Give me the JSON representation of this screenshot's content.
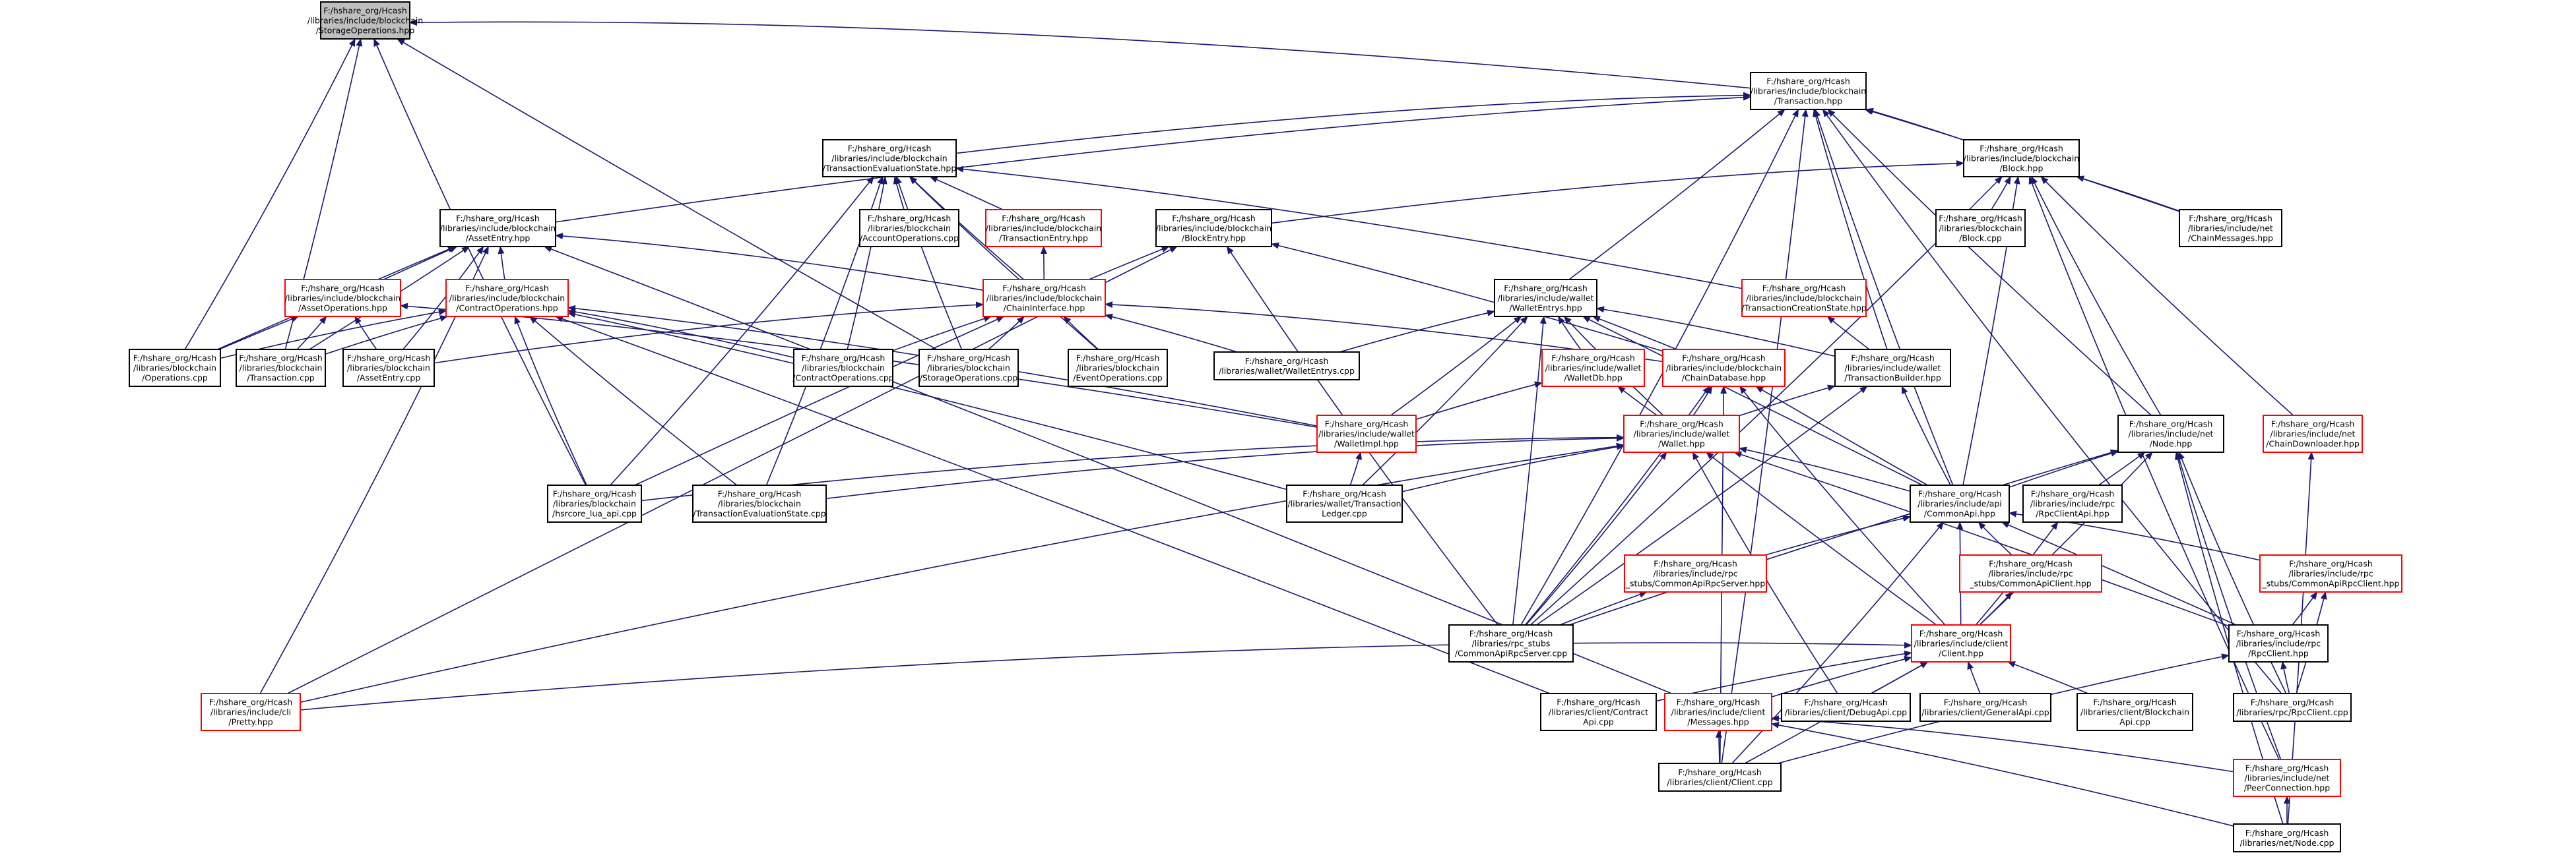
{
  "colors": {
    "edge": "#191970",
    "border_documented": "#000000",
    "border_undocumented": "#ff0000",
    "root_fill": "#bfbfbf"
  },
  "nodes": [
    {
      "id": "storage_ops_hpp",
      "lines": [
        "F:/hshare_org/Hcash",
        "/libraries/include/blockchain",
        "/StorageOperations.hpp"
      ],
      "border": "black",
      "root": true
    },
    {
      "id": "transaction_hpp",
      "lines": [
        "F:/hshare_org/Hcash",
        "/libraries/include/blockchain",
        "/Transaction.hpp"
      ],
      "border": "black"
    },
    {
      "id": "tx_eval_state_hpp",
      "lines": [
        "F:/hshare_org/Hcash",
        "/libraries/include/blockchain",
        "/TransactionEvaluationState.hpp"
      ],
      "border": "black"
    },
    {
      "id": "block_hpp",
      "lines": [
        "F:/hshare_org/Hcash",
        "/libraries/include/blockchain",
        "/Block.hpp"
      ],
      "border": "black"
    },
    {
      "id": "asset_entry_hpp",
      "lines": [
        "F:/hshare_org/Hcash",
        "/libraries/include/blockchain",
        "/AssetEntry.hpp"
      ],
      "border": "black"
    },
    {
      "id": "account_ops_cpp",
      "lines": [
        "F:/hshare_org/Hcash",
        "/libraries/blockchain",
        "/AccountOperations.cpp"
      ],
      "border": "black"
    },
    {
      "id": "transaction_entry_hpp",
      "lines": [
        "F:/hshare_org/Hcash",
        "/libraries/include/blockchain",
        "/TransactionEntry.hpp"
      ],
      "border": "red"
    },
    {
      "id": "block_entry_hpp",
      "lines": [
        "F:/hshare_org/Hcash",
        "/libraries/include/blockchain",
        "/BlockEntry.hpp"
      ],
      "border": "black"
    },
    {
      "id": "block_cpp",
      "lines": [
        "F:/hshare_org/Hcash",
        "/libraries/blockchain",
        "/Block.cpp"
      ],
      "border": "black"
    },
    {
      "id": "chain_messages_hpp",
      "lines": [
        "F:/hshare_org/Hcash",
        "/libraries/include/net",
        "/ChainMessages.hpp"
      ],
      "border": "black"
    },
    {
      "id": "asset_ops_hpp",
      "lines": [
        "F:/hshare_org/Hcash",
        "/libraries/include/blockchain",
        "/AssetOperations.hpp"
      ],
      "border": "red"
    },
    {
      "id": "contract_ops_hpp",
      "lines": [
        "F:/hshare_org/Hcash",
        "/libraries/include/blockchain",
        "/ContractOperations.hpp"
      ],
      "border": "red"
    },
    {
      "id": "chain_interface_hpp",
      "lines": [
        "F:/hshare_org/Hcash",
        "/libraries/include/blockchain",
        "/ChainInterface.hpp"
      ],
      "border": "red"
    },
    {
      "id": "wallet_entrys_hpp",
      "lines": [
        "F:/hshare_org/Hcash",
        "/libraries/include/wallet",
        "/WalletEntrys.hpp"
      ],
      "border": "black"
    },
    {
      "id": "tx_creation_state_hpp",
      "lines": [
        "F:/hshare_org/Hcash",
        "/libraries/include/blockchain",
        "/TransactionCreationState.hpp"
      ],
      "border": "red"
    },
    {
      "id": "operations_cpp",
      "lines": [
        "F:/hshare_org/Hcash",
        "/libraries/blockchain",
        "/Operations.cpp"
      ],
      "border": "black"
    },
    {
      "id": "transaction_cpp",
      "lines": [
        "F:/hshare_org/Hcash",
        "/libraries/blockchain",
        "/Transaction.cpp"
      ],
      "border": "black"
    },
    {
      "id": "asset_entry_cpp",
      "lines": [
        "F:/hshare_org/Hcash",
        "/libraries/blockchain",
        "/AssetEntry.cpp"
      ],
      "border": "black"
    },
    {
      "id": "contract_ops_cpp",
      "lines": [
        "F:/hshare_org/Hcash",
        "/libraries/blockchain",
        "/ContractOperations.cpp"
      ],
      "border": "black"
    },
    {
      "id": "storage_ops_cpp",
      "lines": [
        "F:/hshare_org/Hcash",
        "/libraries/blockchain",
        "/StorageOperations.cpp"
      ],
      "border": "black"
    },
    {
      "id": "event_ops_cpp",
      "lines": [
        "F:/hshare_org/Hcash",
        "/libraries/blockchain",
        "/EventOperations.cpp"
      ],
      "border": "black"
    },
    {
      "id": "wallet_entrys_cpp",
      "lines": [
        "F:/hshare_org/Hcash",
        "/libraries/wallet/WalletEntrys.cpp"
      ],
      "border": "black"
    },
    {
      "id": "wallet_db_hpp",
      "lines": [
        "F:/hshare_org/Hcash",
        "/libraries/include/wallet",
        "/WalletDb.hpp"
      ],
      "border": "red"
    },
    {
      "id": "chain_database_hpp",
      "lines": [
        "F:/hshare_org/Hcash",
        "/libraries/include/blockchain",
        "/ChainDatabase.hpp"
      ],
      "border": "red"
    },
    {
      "id": "tx_builder_hpp",
      "lines": [
        "F:/hshare_org/Hcash",
        "/libraries/include/wallet",
        "/TransactionBuilder.hpp"
      ],
      "border": "black"
    },
    {
      "id": "wallet_impl_hpp",
      "lines": [
        "F:/hshare_org/Hcash",
        "/libraries/include/wallet",
        "/WalletImpl.hpp"
      ],
      "border": "red"
    },
    {
      "id": "wallet_hpp",
      "lines": [
        "F:/hshare_org/Hcash",
        "/libraries/include/wallet",
        "/Wallet.hpp"
      ],
      "border": "red"
    },
    {
      "id": "node_hpp",
      "lines": [
        "F:/hshare_org/Hcash",
        "/libraries/include/net",
        "/Node.hpp"
      ],
      "border": "black"
    },
    {
      "id": "chain_downloader_hpp",
      "lines": [
        "F:/hshare_org/Hcash",
        "/libraries/include/net",
        "/ChainDownloader.hpp"
      ],
      "border": "red"
    },
    {
      "id": "lua_api_cpp",
      "lines": [
        "F:/hshare_org/Hcash",
        "/libraries/blockchain",
        "/hsrcore_lua_api.cpp"
      ],
      "border": "black"
    },
    {
      "id": "tx_eval_state_cpp",
      "lines": [
        "F:/hshare_org/Hcash",
        "/libraries/blockchain",
        "/TransactionEvaluationState.cpp"
      ],
      "border": "black"
    },
    {
      "id": "tx_ledger_cpp",
      "lines": [
        "F:/hshare_org/Hcash",
        "/libraries/wallet/Transaction",
        "Ledger.cpp"
      ],
      "border": "black"
    },
    {
      "id": "common_api_hpp",
      "lines": [
        "F:/hshare_org/Hcash",
        "/libraries/include/api",
        "/CommonApi.hpp"
      ],
      "border": "black"
    },
    {
      "id": "rpc_client_api_hpp",
      "lines": [
        "F:/hshare_org/Hcash",
        "/libraries/include/rpc",
        "/RpcClientApi.hpp"
      ],
      "border": "black"
    },
    {
      "id": "common_api_rpc_server_hpp",
      "lines": [
        "F:/hshare_org/Hcash",
        "/libraries/include/rpc",
        "_stubs/CommonApiRpcServer.hpp"
      ],
      "border": "red"
    },
    {
      "id": "common_api_client_hpp",
      "lines": [
        "F:/hshare_org/Hcash",
        "/libraries/include/rpc",
        "_stubs/CommonApiClient.hpp"
      ],
      "border": "red"
    },
    {
      "id": "common_api_rpc_client_hpp",
      "lines": [
        "F:/hshare_org/Hcash",
        "/libraries/include/rpc",
        "_stubs/CommonApiRpcClient.hpp"
      ],
      "border": "red"
    },
    {
      "id": "common_api_rpc_server_cpp",
      "lines": [
        "F:/hshare_org/Hcash",
        "/libraries/rpc_stubs",
        "/CommonApiRpcServer.cpp"
      ],
      "border": "black"
    },
    {
      "id": "client_hpp",
      "lines": [
        "F:/hshare_org/Hcash",
        "/libraries/include/client",
        "/Client.hpp"
      ],
      "border": "red"
    },
    {
      "id": "rpc_client_hpp",
      "lines": [
        "F:/hshare_org/Hcash",
        "/libraries/include/rpc",
        "/RpcClient.hpp"
      ],
      "border": "black"
    },
    {
      "id": "pretty_hpp",
      "lines": [
        "F:/hshare_org/Hcash",
        "/libraries/include/cli",
        "/Pretty.hpp"
      ],
      "border": "red"
    },
    {
      "id": "contract_api_cpp",
      "lines": [
        "F:/hshare_org/Hcash",
        "/libraries/client/Contract",
        "Api.cpp"
      ],
      "border": "black"
    },
    {
      "id": "messages_hpp",
      "lines": [
        "F:/hshare_org/Hcash",
        "/libraries/include/client",
        "/Messages.hpp"
      ],
      "border": "red"
    },
    {
      "id": "debug_api_cpp",
      "lines": [
        "F:/hshare_org/Hcash",
        "/libraries/client/DebugApi.cpp"
      ],
      "border": "black"
    },
    {
      "id": "general_api_cpp",
      "lines": [
        "F:/hshare_org/Hcash",
        "/libraries/client/GeneralApi.cpp"
      ],
      "border": "black"
    },
    {
      "id": "blockchain_api_cpp",
      "lines": [
        "F:/hshare_org/Hcash",
        "/libraries/client/Blockchain",
        "Api.cpp"
      ],
      "border": "black"
    },
    {
      "id": "rpc_client_cpp",
      "lines": [
        "F:/hshare_org/Hcash",
        "/libraries/rpc/RpcClient.cpp"
      ],
      "border": "black"
    },
    {
      "id": "client_cpp",
      "lines": [
        "F:/hshare_org/Hcash",
        "/libraries/client/Client.cpp"
      ],
      "border": "black"
    },
    {
      "id": "peer_connection_hpp",
      "lines": [
        "F:/hshare_org/Hcash",
        "/libraries/include/net",
        "/PeerConnection.hpp"
      ],
      "border": "red"
    },
    {
      "id": "node_cpp",
      "lines": [
        "F:/hshare_org/Hcash",
        "/libraries/net/Node.cpp"
      ],
      "border": "black"
    }
  ],
  "edges": [
    [
      "transaction_hpp",
      "storage_ops_hpp"
    ],
    [
      "tx_eval_state_hpp",
      "transaction_hpp"
    ],
    [
      "block_hpp",
      "transaction_hpp"
    ],
    [
      "asset_entry_hpp",
      "transaction_hpp"
    ],
    [
      "chain_messages_hpp",
      "transaction_hpp"
    ],
    [
      "wallet_entrys_hpp",
      "transaction_hpp"
    ],
    [
      "tx_builder_hpp",
      "transaction_hpp"
    ],
    [
      "node_hpp",
      "transaction_hpp"
    ],
    [
      "common_api_hpp",
      "transaction_hpp"
    ],
    [
      "common_api_rpc_server_cpp",
      "transaction_hpp"
    ],
    [
      "rpc_client_cpp",
      "transaction_hpp"
    ],
    [
      "client_cpp",
      "transaction_hpp"
    ],
    [
      "tx_eval_state_cpp",
      "tx_eval_state_hpp"
    ],
    [
      "account_ops_cpp",
      "tx_eval_state_hpp"
    ],
    [
      "transaction_entry_hpp",
      "tx_eval_state_hpp"
    ],
    [
      "chain_interface_hpp",
      "tx_eval_state_hpp"
    ],
    [
      "contract_ops_cpp",
      "tx_eval_state_hpp"
    ],
    [
      "storage_ops_cpp",
      "tx_eval_state_hpp"
    ],
    [
      "event_ops_cpp",
      "tx_eval_state_hpp"
    ],
    [
      "lua_api_cpp",
      "tx_eval_state_hpp"
    ],
    [
      "tx_creation_state_hpp",
      "tx_eval_state_hpp"
    ],
    [
      "block_entry_hpp",
      "block_hpp"
    ],
    [
      "block_cpp",
      "block_hpp"
    ],
    [
      "chain_messages_hpp",
      "block_hpp"
    ],
    [
      "node_hpp",
      "block_hpp"
    ],
    [
      "chain_downloader_hpp",
      "block_hpp"
    ],
    [
      "common_api_hpp",
      "block_hpp"
    ],
    [
      "common_api_rpc_server_cpp",
      "block_hpp"
    ],
    [
      "peer_connection_hpp",
      "block_hpp"
    ],
    [
      "asset_ops_hpp",
      "asset_entry_hpp"
    ],
    [
      "contract_ops_hpp",
      "asset_entry_hpp"
    ],
    [
      "asset_entry_cpp",
      "asset_entry_hpp"
    ],
    [
      "transaction_cpp",
      "asset_entry_hpp"
    ],
    [
      "chain_interface_hpp",
      "asset_entry_hpp"
    ],
    [
      "operations_cpp",
      "asset_entry_hpp"
    ],
    [
      "pretty_hpp",
      "asset_entry_hpp"
    ],
    [
      "messages_hpp",
      "asset_entry_hpp"
    ],
    [
      "chain_interface_hpp",
      "transaction_entry_hpp"
    ],
    [
      "chain_interface_hpp",
      "block_entry_hpp"
    ],
    [
      "chain_database_hpp",
      "block_entry_hpp"
    ],
    [
      "pretty_hpp",
      "block_entry_hpp"
    ],
    [
      "common_api_rpc_server_cpp",
      "block_entry_hpp"
    ],
    [
      "operations_cpp",
      "asset_ops_hpp"
    ],
    [
      "transaction_cpp",
      "asset_ops_hpp"
    ],
    [
      "asset_entry_cpp",
      "asset_ops_hpp"
    ],
    [
      "wallet_impl_hpp",
      "asset_ops_hpp"
    ],
    [
      "operations_cpp",
      "contract_ops_hpp"
    ],
    [
      "transaction_cpp",
      "contract_ops_hpp"
    ],
    [
      "contract_ops_cpp",
      "contract_ops_hpp"
    ],
    [
      "lua_api_cpp",
      "contract_ops_hpp"
    ],
    [
      "tx_eval_state_cpp",
      "contract_ops_hpp"
    ],
    [
      "wallet_impl_hpp",
      "contract_ops_hpp"
    ],
    [
      "tx_ledger_cpp",
      "contract_ops_hpp"
    ],
    [
      "contract_api_cpp",
      "contract_ops_hpp"
    ],
    [
      "contract_ops_cpp",
      "chain_interface_hpp"
    ],
    [
      "storage_ops_cpp",
      "chain_interface_hpp"
    ],
    [
      "event_ops_cpp",
      "chain_interface_hpp"
    ],
    [
      "asset_entry_cpp",
      "chain_interface_hpp"
    ],
    [
      "wallet_entrys_cpp",
      "chain_interface_hpp"
    ],
    [
      "chain_database_hpp",
      "chain_interface_hpp"
    ],
    [
      "lua_api_cpp",
      "chain_interface_hpp"
    ],
    [
      "wallet_entrys_cpp",
      "wallet_entrys_hpp"
    ],
    [
      "wallet_db_hpp",
      "wallet_entrys_hpp"
    ],
    [
      "chain_database_hpp",
      "wallet_entrys_hpp"
    ],
    [
      "wallet_hpp",
      "wallet_entrys_hpp"
    ],
    [
      "wallet_impl_hpp",
      "wallet_entrys_hpp"
    ],
    [
      "tx_builder_hpp",
      "wallet_entrys_hpp"
    ],
    [
      "common_api_hpp",
      "wallet_entrys_hpp"
    ],
    [
      "tx_ledger_cpp",
      "wallet_entrys_hpp"
    ],
    [
      "common_api_rpc_server_cpp",
      "wallet_entrys_hpp"
    ],
    [
      "tx_builder_hpp",
      "tx_creation_state_hpp"
    ],
    [
      "wallet_hpp",
      "wallet_db_hpp"
    ],
    [
      "wallet_impl_hpp",
      "wallet_db_hpp"
    ],
    [
      "wallet_hpp",
      "chain_database_hpp"
    ],
    [
      "common_api_hpp",
      "chain_database_hpp"
    ],
    [
      "client_hpp",
      "chain_database_hpp"
    ],
    [
      "common_api_rpc_server_cpp",
      "chain_database_hpp"
    ],
    [
      "client_cpp",
      "chain_database_hpp"
    ],
    [
      "wallet_hpp",
      "tx_builder_hpp"
    ],
    [
      "common_api_hpp",
      "tx_builder_hpp"
    ],
    [
      "common_api_rpc_server_cpp",
      "tx_builder_hpp"
    ],
    [
      "tx_ledger_cpp",
      "wallet_impl_hpp"
    ],
    [
      "lua_api_cpp",
      "wallet_hpp"
    ],
    [
      "tx_eval_state_cpp",
      "wallet_hpp"
    ],
    [
      "tx_ledger_cpp",
      "wallet_hpp"
    ],
    [
      "common_api_hpp",
      "wallet_hpp"
    ],
    [
      "common_api_rpc_server_cpp",
      "wallet_hpp"
    ],
    [
      "client_hpp",
      "wallet_hpp"
    ],
    [
      "rpc_client_hpp",
      "wallet_hpp"
    ],
    [
      "pretty_hpp",
      "wallet_hpp"
    ],
    [
      "debug_api_cpp",
      "wallet_hpp"
    ],
    [
      "common_api_hpp",
      "node_hpp"
    ],
    [
      "rpc_client_api_hpp",
      "node_hpp"
    ],
    [
      "client_hpp",
      "node_hpp"
    ],
    [
      "common_api_rpc_server_cpp",
      "node_hpp"
    ],
    [
      "rpc_client_cpp",
      "node_hpp"
    ],
    [
      "peer_connection_hpp",
      "node_hpp"
    ],
    [
      "node_cpp",
      "node_hpp"
    ],
    [
      "node_cpp",
      "chain_downloader_hpp"
    ],
    [
      "common_api_rpc_server_hpp",
      "common_api_hpp"
    ],
    [
      "common_api_client_hpp",
      "common_api_hpp"
    ],
    [
      "common_api_rpc_client_hpp",
      "common_api_hpp"
    ],
    [
      "client_hpp",
      "common_api_hpp"
    ],
    [
      "client_cpp",
      "common_api_hpp"
    ],
    [
      "rpc_client_hpp",
      "common_api_hpp"
    ],
    [
      "client_hpp",
      "rpc_client_api_hpp"
    ],
    [
      "common_api_rpc_server_cpp",
      "common_api_rpc_server_hpp"
    ],
    [
      "client_hpp",
      "common_api_client_hpp"
    ],
    [
      "rpc_client_hpp",
      "common_api_rpc_client_hpp"
    ],
    [
      "rpc_client_cpp",
      "common_api_rpc_client_hpp"
    ],
    [
      "pretty_hpp",
      "client_hpp"
    ],
    [
      "contract_api_cpp",
      "client_hpp"
    ],
    [
      "messages_hpp",
      "client_hpp"
    ],
    [
      "debug_api_cpp",
      "client_hpp"
    ],
    [
      "general_api_cpp",
      "client_hpp"
    ],
    [
      "blockchain_api_cpp",
      "client_hpp"
    ],
    [
      "client_cpp",
      "client_hpp"
    ],
    [
      "rpc_client_cpp",
      "rpc_client_hpp"
    ],
    [
      "client_cpp",
      "rpc_client_hpp"
    ],
    [
      "client_cpp",
      "messages_hpp"
    ],
    [
      "peer_connection_hpp",
      "messages_hpp"
    ],
    [
      "node_cpp",
      "messages_hpp"
    ],
    [
      "node_cpp",
      "peer_connection_hpp"
    ],
    [
      "lua_api_cpp",
      "storage_ops_hpp"
    ],
    [
      "storage_ops_cpp",
      "storage_ops_hpp"
    ],
    [
      "operations_cpp",
      "storage_ops_hpp"
    ],
    [
      "transaction_cpp",
      "storage_ops_hpp"
    ]
  ]
}
